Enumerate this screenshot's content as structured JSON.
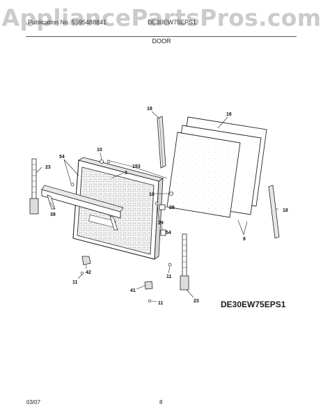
{
  "watermark": "AppliancePartsPros.com",
  "header": {
    "left": "Publication No. 5995488841",
    "right": "DE30EW75EPS1",
    "title": "DOOR"
  },
  "callouts": {
    "p18_top": "18",
    "p16": "16",
    "p10_top": "10",
    "p193": "193",
    "p3": "3",
    "p54": "54",
    "p23_left": "23",
    "p39": "39",
    "p10_mid": "10",
    "p29_a": "29",
    "p29_b": "29",
    "p54_b": "54",
    "p8": "8",
    "p18_right": "18",
    "p42": "42",
    "p11_left": "11",
    "p11_right": "11",
    "p41": "41",
    "p11_bottom": "11",
    "p23_bottom": "23"
  },
  "model_code": "DE30EW75EPS1",
  "footer": {
    "date": "03/07",
    "page": "8"
  }
}
